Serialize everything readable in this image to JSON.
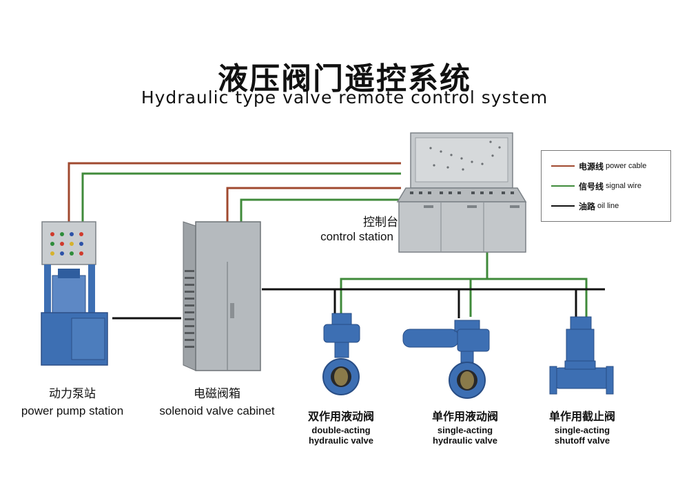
{
  "title": {
    "zh": "液压阀门遥控系统",
    "en": "Hydraulic type valve remote control system"
  },
  "legend": [
    {
      "zh": "电源线",
      "en": "power cable",
      "color": "#a0492f"
    },
    {
      "zh": "信号线",
      "en": "signal wire",
      "color": "#3f8a3a"
    },
    {
      "zh": "油路",
      "en": "oil line",
      "color": "#111111"
    }
  ],
  "components": {
    "control_station": {
      "zh": "控制台",
      "en": "control station"
    },
    "power_pump_station": {
      "zh": "动力泵站",
      "en": "power pump station"
    },
    "solenoid_valve_cabinet": {
      "zh": "电磁阀箱",
      "en": "solenoid valve cabinet"
    },
    "double_acting_valve": {
      "zh": "双作用液动阀",
      "en1": "double-acting",
      "en2": "hydraulic valve"
    },
    "single_acting_valve": {
      "zh": "单作用液动阀",
      "en1": "single-acting",
      "en2": "hydraulic valve"
    },
    "shutoff_valve": {
      "zh": "单作用截止阀",
      "en1": "single-acting",
      "en2": "shutoff valve"
    }
  },
  "colors": {
    "power": "#a0492f",
    "signal": "#3f8a3a",
    "oil": "#111111",
    "equipment_grey": "#b9bec2",
    "equipment_blue": "#3d6fb3"
  }
}
